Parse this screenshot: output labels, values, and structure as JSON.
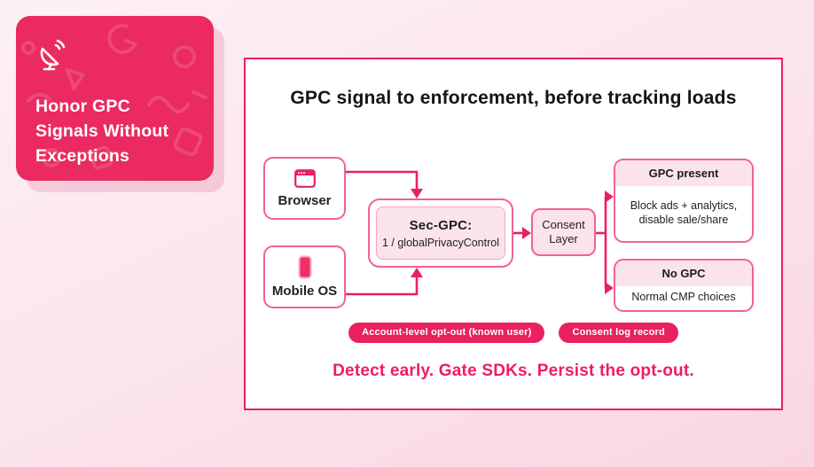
{
  "colors": {
    "accent": "#e9215f",
    "card_background": "#ea2a60",
    "light_pink_fill": "#fbe3ec",
    "box_border": "#f2628f",
    "page_background_top": "#fdf1f5",
    "page_background_bottom": "#f9d6e2",
    "tagline_color": "#f01a68"
  },
  "card": {
    "icon": "satellite-dish-icon",
    "title_lines": [
      "Honor GPC",
      "Signals Without",
      "Exceptions"
    ]
  },
  "panel": {
    "title": "GPC signal to enforcement, before tracking loads",
    "nodes": {
      "browser": {
        "label": "Browser",
        "icon": "browser-window-icon"
      },
      "mobile": {
        "label": "Mobile OS",
        "icon": "smartphone-icon"
      },
      "secgpc": {
        "title": "Sec-GPC:",
        "value": "1 / globalPrivacyControl"
      },
      "consent": {
        "label": "Consent Layer"
      },
      "gpc_present": {
        "header": "GPC present",
        "body": "Block ads + analytics, disable sale/share"
      },
      "no_gpc": {
        "header": "No GPC",
        "body": "Normal CMP choices"
      }
    },
    "badges": [
      "Account-level opt-out (known user)",
      "Consent log record"
    ],
    "tagline": "Detect early. Gate SDKs. Persist the opt-out."
  }
}
